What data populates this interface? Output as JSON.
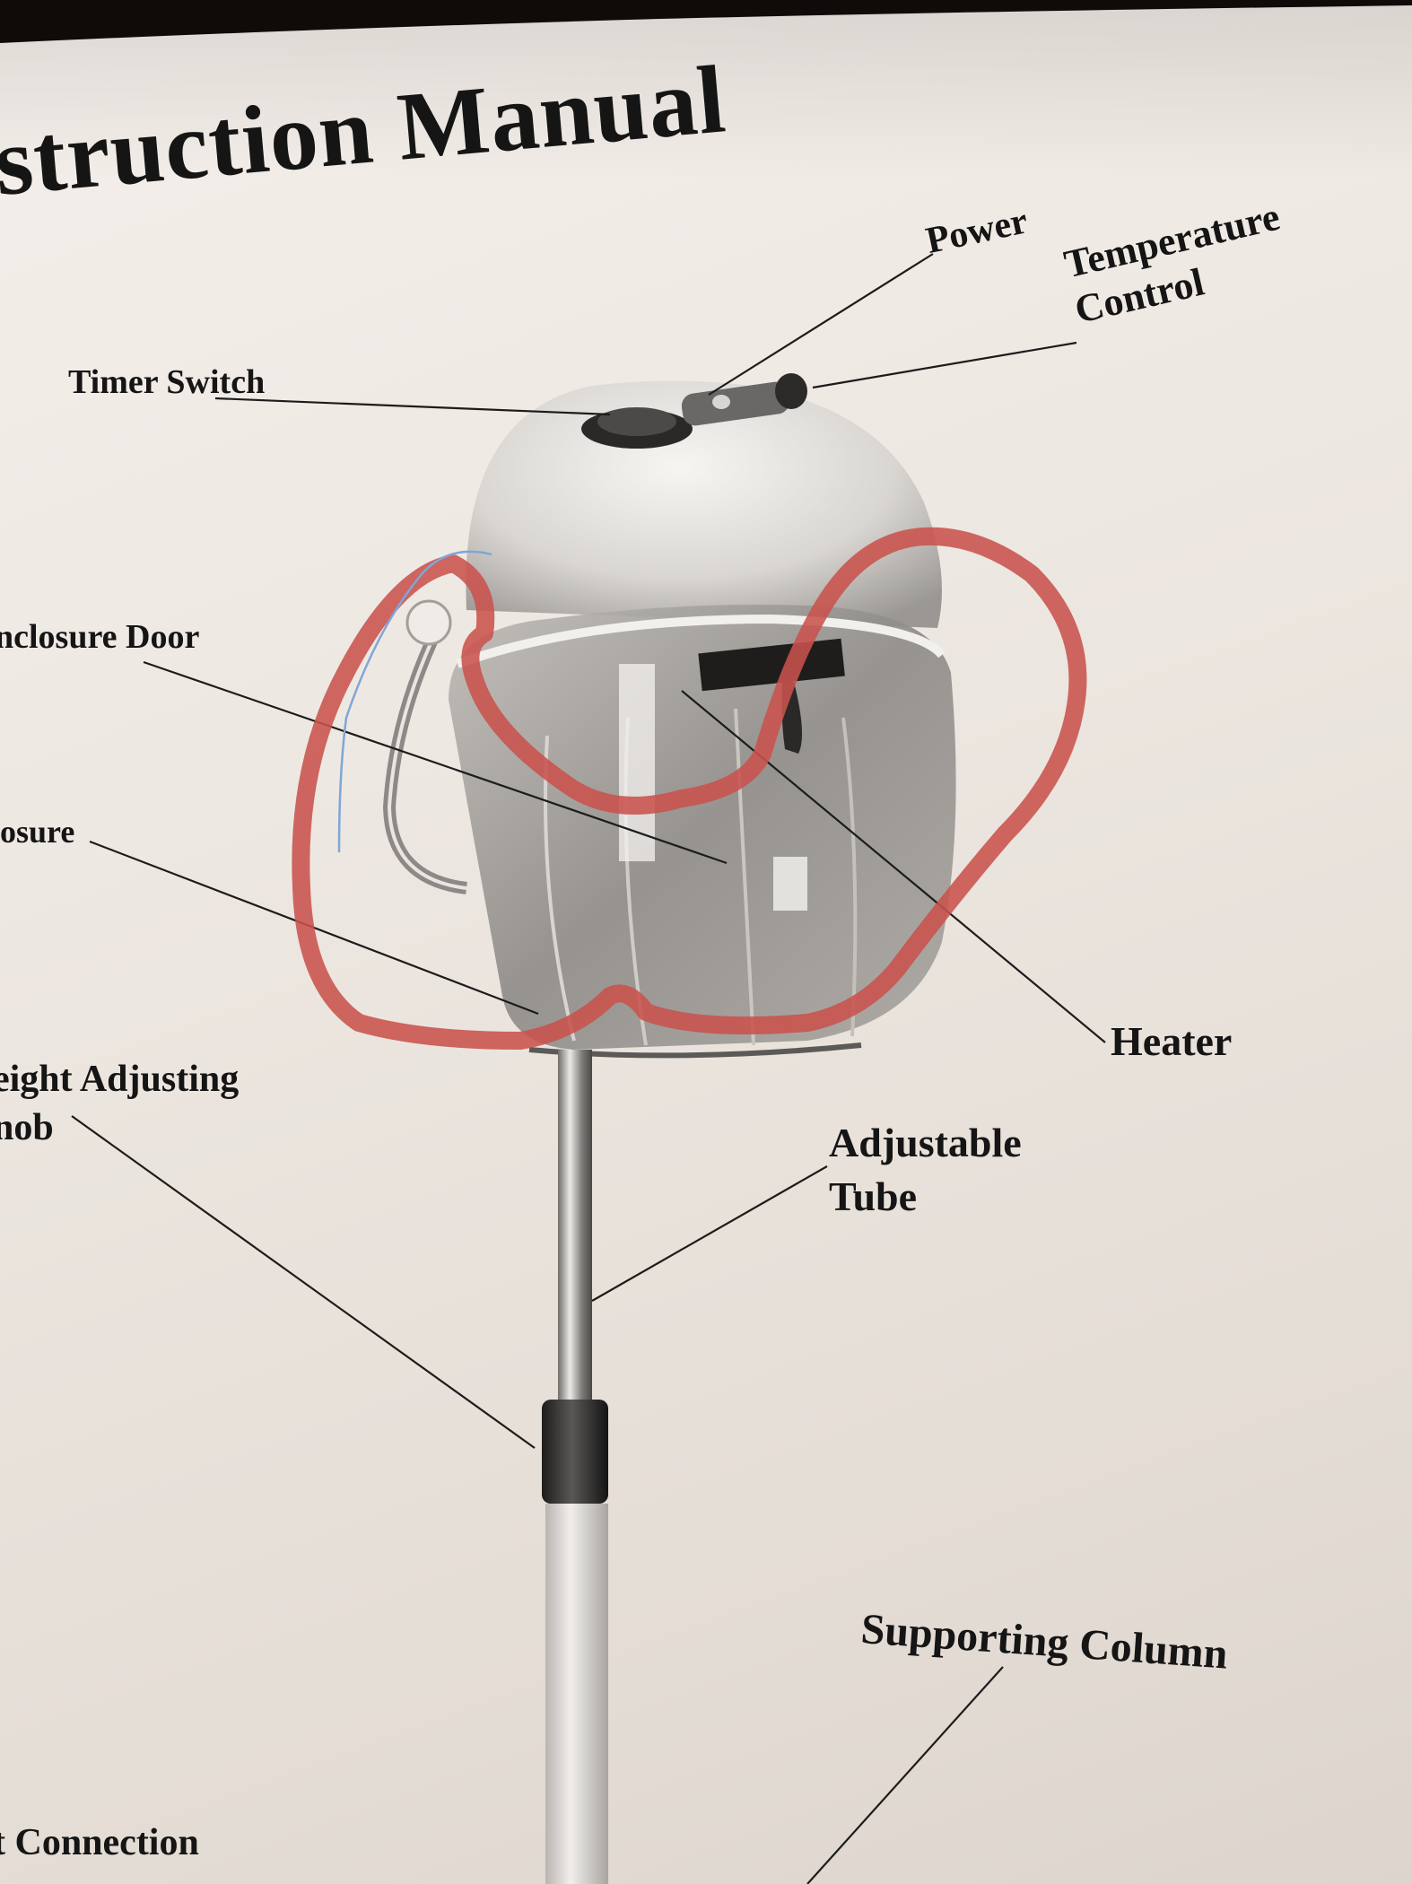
{
  "document": {
    "title": "struction Manual",
    "labels": {
      "power": "Power",
      "temperature_line1": "Temperature",
      "temperature_line2": "Control",
      "timer_switch": "Timer Switch",
      "enclosure_door": "nclosure Door",
      "enclosure": "losure",
      "heater": "Heater",
      "height_line1": "eight Adjusting",
      "height_line2": "nob",
      "tube_line1": "Adjustable",
      "tube_line2": "Tube",
      "supporting_column": "Supporting Column",
      "connection": "t Connection"
    }
  },
  "colors": {
    "paper": "#efe9e3",
    "ink": "#151515",
    "annotation_red": "#c9524c",
    "annotation_blue": "#7fa6d8"
  }
}
